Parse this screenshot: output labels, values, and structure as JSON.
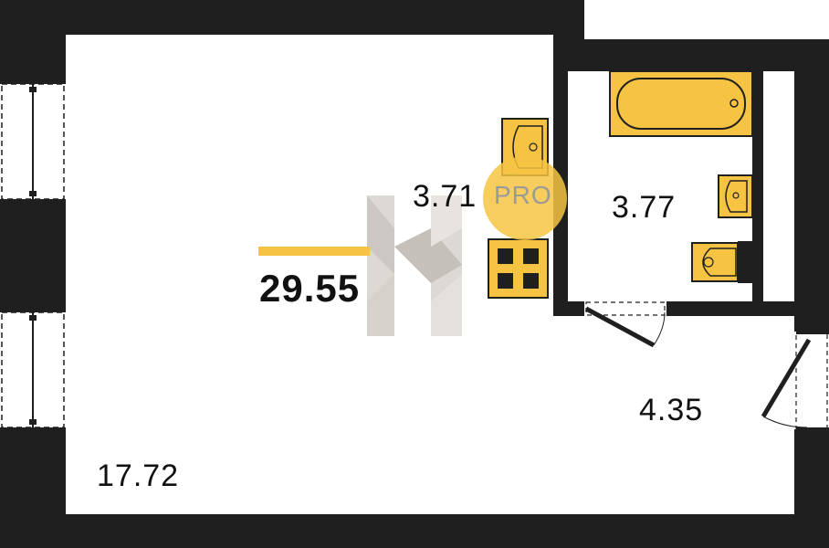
{
  "plan": {
    "total_area": "29.55",
    "rooms": {
      "main_room": "17.72",
      "kitchen": "3.71",
      "bathroom": "3.77",
      "hallway": "4.35"
    },
    "badge": "PRO"
  },
  "colors": {
    "wall": "#1f1f1f",
    "fixture": "#f6c442",
    "accent_bar": "#f6c442",
    "watermark": "#c8c3bd"
  }
}
